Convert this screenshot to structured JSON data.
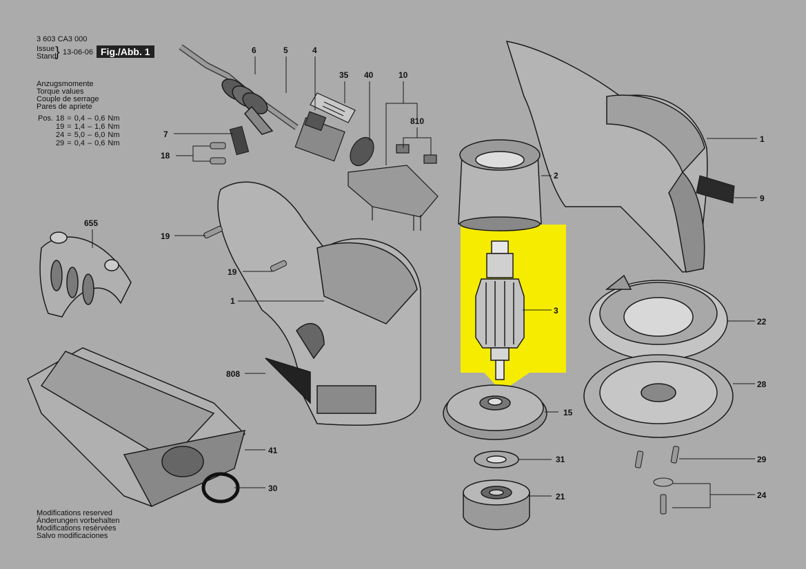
{
  "header": {
    "doc_number": "3 603 CA3 000",
    "issue_label": "Issue",
    "stand_label": "Stand",
    "date": "13-06-06",
    "figure_label": "Fig./Abb. 1"
  },
  "torque": {
    "title_lines": [
      "Anzugsmomente",
      "Torque values",
      "Couple de serrage",
      "Pares de apriete"
    ],
    "pos_label": "Pos.",
    "unit": "Nm",
    "rows": [
      {
        "pos": "18",
        "min": "0,4",
        "max": "0,6"
      },
      {
        "pos": "19",
        "min": "1,4",
        "max": "1,6"
      },
      {
        "pos": "24",
        "min": "5,0",
        "max": "6,0"
      },
      {
        "pos": "29",
        "min": "0,4",
        "max": "0,6"
      }
    ]
  },
  "footer": {
    "lines": [
      "Modifications reserved",
      "Änderungen vorbehalten",
      "Modifications resérvées",
      "Salvo modificaciones"
    ]
  },
  "callouts": {
    "p6": "6",
    "p5": "5",
    "p4": "4",
    "p35": "35",
    "p40": "40",
    "p10": "10",
    "p810": "810",
    "p7": "7",
    "p18": "18",
    "p655": "655",
    "p19a": "19",
    "p19b": "19",
    "p1_left": "1",
    "p808": "808",
    "p41": "41",
    "p30": "30",
    "p2": "2",
    "p3": "3",
    "p15": "15",
    "p31": "31",
    "p21": "21",
    "p1_right": "1",
    "p9": "9",
    "p22": "22",
    "p28": "28",
    "p29": "29",
    "p24": "24"
  },
  "colors": {
    "background": "#ababab",
    "highlight": "#f5ec00",
    "line": "#1a1a1a",
    "part_fill": "#b9b9b9",
    "part_dark": "#7d7d7d"
  }
}
